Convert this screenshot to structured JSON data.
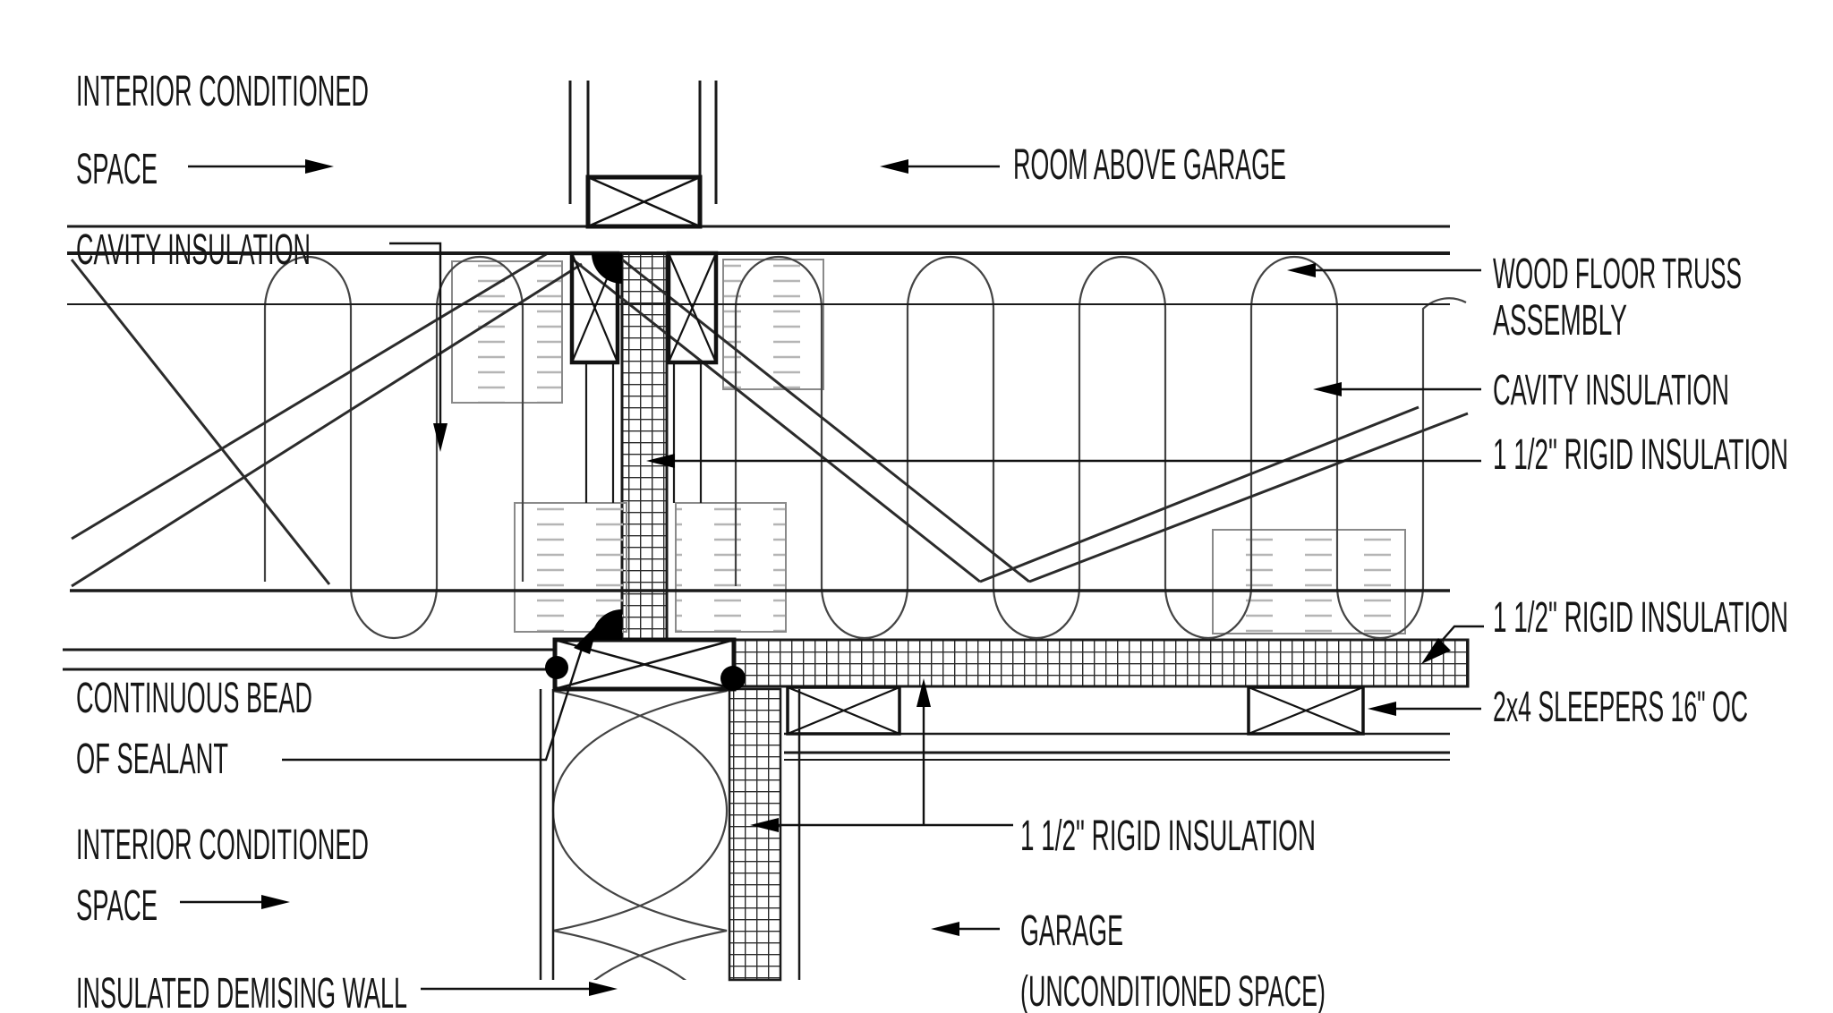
{
  "title": "Room Above Garage insulation construction detail",
  "colors": {
    "line": "#1a1a1a",
    "background": "#ffffff",
    "hatch": "#2a2a2a",
    "batt_dash": "#b5b5b5"
  },
  "labels": {
    "interior_top_1": "INTERIOR CONDITIONED",
    "interior_top_2": "SPACE",
    "cavity_left": "CAVITY INSULATION",
    "room_above": "ROOM ABOVE GARAGE",
    "wood_truss_1": "WOOD FLOOR TRUSS",
    "wood_truss_2": "ASSEMBLY",
    "cavity_right": "CAVITY INSULATION",
    "rigid_upper_right": "1 1/2\" RIGID INSULATION",
    "rigid_lower_right": "1 1/2\" RIGID INSULATION",
    "sleepers": "2x4 SLEEPERS 16\" OC",
    "sealant_1": "CONTINUOUS BEAD",
    "sealant_2": "OF SEALANT",
    "interior_low_1": "INTERIOR CONDITIONED",
    "interior_low_2": "SPACE",
    "demising_wall": "INSULATED DEMISING WALL",
    "rigid_bottom": "1 1/2\" RIGID INSULATION",
    "garage_1": "GARAGE",
    "garage_2": "(UNCONDITIONED SPACE)"
  }
}
